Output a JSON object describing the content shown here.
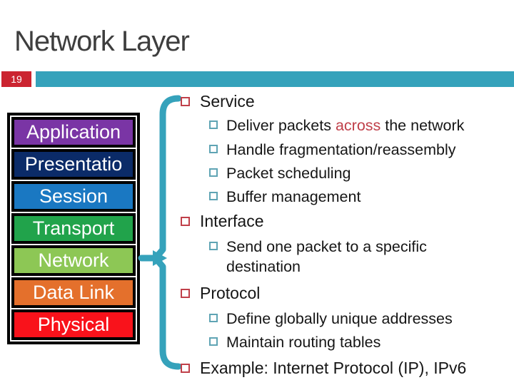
{
  "slide": {
    "title": "Network Layer",
    "page_number": "19"
  },
  "colors": {
    "accent_teal": "#35a2bb",
    "badge_red": "#cb2430",
    "bullet_red_outline": "#c0404a",
    "bullet_teal_outline": "#5fa4b4",
    "highlight_red": "#c0404a"
  },
  "osi_stack": {
    "layers": [
      {
        "label": "Application",
        "color": "#7a35a5"
      },
      {
        "label": "Presentatio",
        "color": "#0b2b68"
      },
      {
        "label": "Session",
        "color": "#1a78c2"
      },
      {
        "label": "Transport",
        "color": "#21a34b"
      },
      {
        "label": "Network",
        "color": "#8dc755"
      },
      {
        "label": "Data Link",
        "color": "#e4702c"
      },
      {
        "label": "Physical",
        "color": "#f9121b"
      }
    ]
  },
  "content": {
    "sections": [
      {
        "title": "Service",
        "items": [
          {
            "pre": "Deliver packets ",
            "highlight": "across",
            "post": " the network"
          },
          {
            "text": "Handle fragmentation/reassembly"
          },
          {
            "text": "Packet scheduling"
          },
          {
            "text": "Buffer management"
          }
        ]
      },
      {
        "title": "Interface",
        "items": [
          {
            "text": "Send one packet to a specific destination"
          }
        ]
      },
      {
        "title": "Protocol",
        "items": [
          {
            "text": "Define globally unique addresses"
          },
          {
            "text": "Maintain routing tables"
          }
        ]
      },
      {
        "title": "Example: Internet Protocol (IP), IPv6",
        "items": []
      }
    ]
  }
}
